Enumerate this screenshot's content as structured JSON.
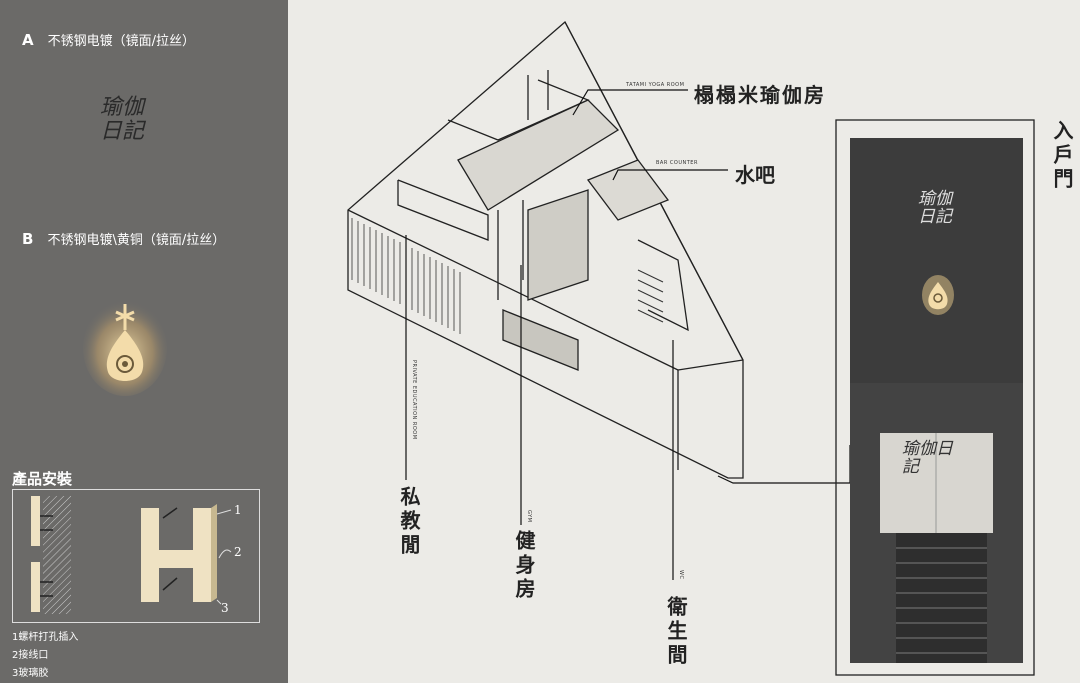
{
  "sign_options": {
    "a": {
      "letter": "A",
      "text": "不锈钢电镀（镜面/拉丝）"
    },
    "b": {
      "letter": "B",
      "text": "不锈钢电镀\\黄铜（镜面/拉丝）"
    }
  },
  "logo_text": "瑜伽日記",
  "installation": {
    "title": "產品安裝",
    "callouts": [
      "1",
      "2",
      "3"
    ],
    "legend": [
      "1螺杆打孔插入",
      "2接线口",
      "3玻璃胶"
    ]
  },
  "rooms": {
    "tatami": {
      "label": "榻榻米瑜伽房",
      "caption": "TATAMI YOGA ROOM"
    },
    "water_bar": {
      "label": "水吧",
      "caption": "BAR COUNTER"
    },
    "private": {
      "label": "私教閒",
      "caption": "PRIVATE EDUCATION ROOM"
    },
    "gym": {
      "label": "健身房",
      "caption": "GYM"
    },
    "restroom": {
      "label": "衛生間",
      "caption": "WC"
    },
    "entrance": {
      "label": "入戶門"
    }
  },
  "colors": {
    "left_panel": "#6b6a68",
    "background": "#ecebe7",
    "glow": "#e8c98a",
    "line": "#111111"
  }
}
